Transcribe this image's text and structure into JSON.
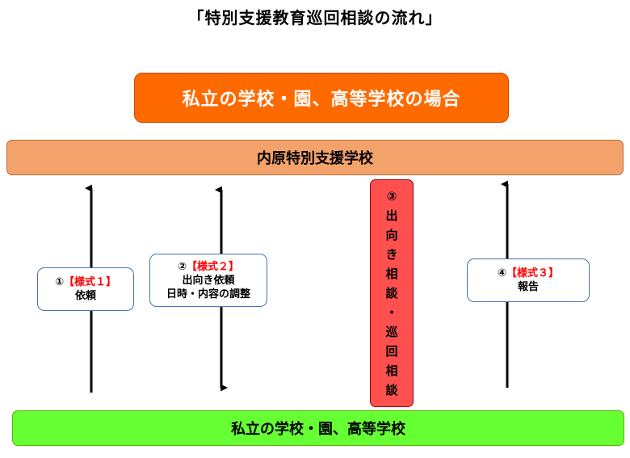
{
  "title": "「特別支援教育巡回相談の流れ」",
  "banner": {
    "text": "私立の学校・園、高等学校の場合",
    "color": "#ff6a00"
  },
  "top_bar": {
    "text": "内原特別支援学校",
    "color": "#f4a26b"
  },
  "bottom_bar": {
    "text": "私立の学校・園、高等学校",
    "color": "#66ff33"
  },
  "steps": {
    "step1": {
      "num": "①",
      "form": "【様式１】",
      "text": "依頼"
    },
    "step2": {
      "num": "②",
      "form": "【様式２】",
      "line1": "出向き依頼",
      "line2": "日時・内容の調整"
    },
    "step3": {
      "chars": [
        "③",
        "出",
        "向",
        "き",
        "相",
        "談",
        "・",
        "巡",
        "回",
        "相",
        "談"
      ],
      "color": "#ff5050"
    },
    "step4": {
      "num": "④",
      "form": "【様式３】",
      "text": "報告"
    }
  }
}
